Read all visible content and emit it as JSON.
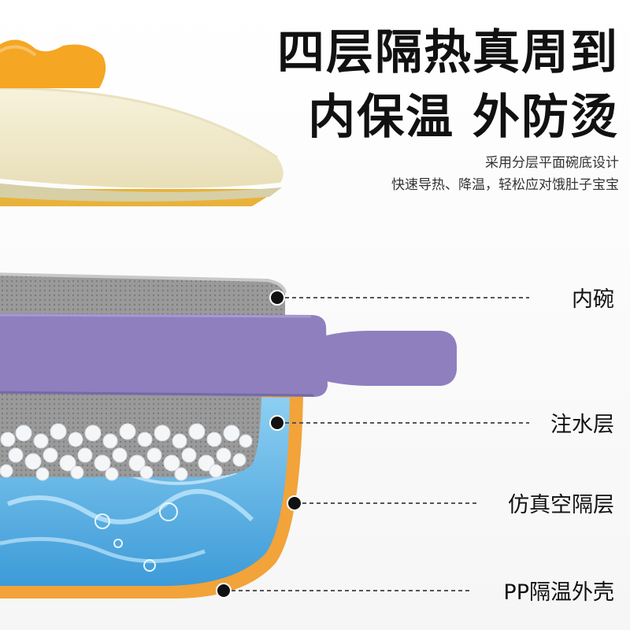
{
  "headline": {
    "line1": "四层隔热真周到",
    "line2": "内保温 外防烫"
  },
  "description": {
    "line1": "采用分层平面碗底设计",
    "line2": "快速导热、降温，轻松应对饿肚子宝宝"
  },
  "callouts": [
    {
      "label": "内碗"
    },
    {
      "label": "注水层"
    },
    {
      "label": "仿真空隔层"
    },
    {
      "label": "PP隔温外壳"
    }
  ],
  "colors": {
    "lid": "#f1ebcf",
    "lid_knob": "#f5a623",
    "ring": "#8f7fbf",
    "inner_bowl": "#8a8a8a",
    "water": "#5aaee0",
    "outer_shell": "#f2a33a",
    "marker": "#111111"
  }
}
